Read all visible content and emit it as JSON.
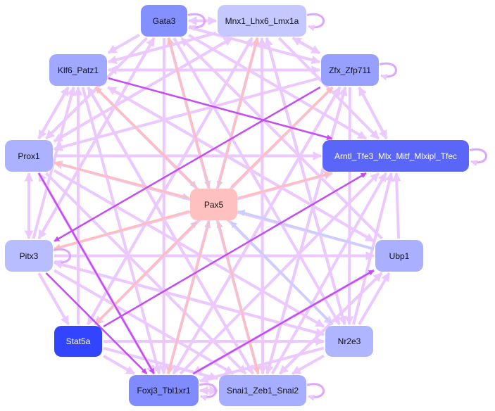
{
  "colors": {
    "edge": "#ebc9ff",
    "in_pax5": "#c9cffd",
    "out_pax5": "#ffbdbd",
    "strong": "#c44cf5"
  },
  "nodes": [
    {
      "id": "gata3",
      "label": "Gata3",
      "color": "#8490ff"
    },
    {
      "id": "mnx1",
      "label": "Mnx1_Lhx6_Lmx1a",
      "color": "#c4c8ff"
    },
    {
      "id": "klf6",
      "label": "Klf6_Patz1",
      "color": "#a0a8ff"
    },
    {
      "id": "zfx",
      "label": "Zfx_Zfp711",
      "color": "#98a0ff"
    },
    {
      "id": "prox1",
      "label": "Prox1",
      "color": "#acb2ff"
    },
    {
      "id": "arntl",
      "label": "Arntl_Tfe3_Mlx_Mitf_Mlxipl_Tfec",
      "color": "#5a66f7"
    },
    {
      "id": "pax5",
      "label": "Pax5",
      "color": "#ffc0c0"
    },
    {
      "id": "pitx3",
      "label": "Pitx3",
      "color": "#b8bdff"
    },
    {
      "id": "ubp1",
      "label": "Ubp1",
      "color": "#aab0ff"
    },
    {
      "id": "stat5a",
      "label": "Stat5a",
      "color": "#3344ff"
    },
    {
      "id": "nr2e3",
      "label": "Nr2e3",
      "color": "#b0b5ff"
    },
    {
      "id": "foxj3",
      "label": "Foxj3_Tbl1xr1",
      "color": "#7f8bff"
    },
    {
      "id": "snai1",
      "label": "Snai1_Zeb1_Snai2",
      "color": "#a8aeff"
    }
  ],
  "edges": [
    [
      "gata3",
      "mnx1",
      "edge"
    ],
    [
      "mnx1",
      "gata3",
      "edge"
    ],
    [
      "gata3",
      "klf6",
      "edge"
    ],
    [
      "gata3",
      "zfx",
      "edge"
    ],
    [
      "gata3",
      "arntl",
      "edge"
    ],
    [
      "gata3",
      "prox1",
      "edge"
    ],
    [
      "gata3",
      "foxj3",
      "edge"
    ],
    [
      "gata3",
      "snai1",
      "edge"
    ],
    [
      "gata3",
      "nr2e3",
      "edge"
    ],
    [
      "gata3",
      "pitx3",
      "edge"
    ],
    [
      "mnx1",
      "klf6",
      "edge"
    ],
    [
      "mnx1",
      "zfx",
      "edge"
    ],
    [
      "mnx1",
      "arntl",
      "edge"
    ],
    [
      "mnx1",
      "foxj3",
      "edge"
    ],
    [
      "mnx1",
      "snai1",
      "edge"
    ],
    [
      "mnx1",
      "nr2e3",
      "edge"
    ],
    [
      "mnx1",
      "stat5a",
      "edge"
    ],
    [
      "mnx1",
      "prox1",
      "edge"
    ],
    [
      "klf6",
      "zfx",
      "edge"
    ],
    [
      "zfx",
      "klf6",
      "edge"
    ],
    [
      "klf6",
      "prox1",
      "edge"
    ],
    [
      "klf6",
      "snai1",
      "edge"
    ],
    [
      "klf6",
      "foxj3",
      "edge"
    ],
    [
      "klf6",
      "nr2e3",
      "edge"
    ],
    [
      "klf6",
      "ubp1",
      "edge"
    ],
    [
      "zfx",
      "arntl",
      "edge"
    ],
    [
      "arntl",
      "zfx",
      "edge"
    ],
    [
      "zfx",
      "mnx1",
      "edge"
    ],
    [
      "zfx",
      "prox1",
      "edge"
    ],
    [
      "zfx",
      "foxj3",
      "edge"
    ],
    [
      "zfx",
      "snai1",
      "edge"
    ],
    [
      "zfx",
      "nr2e3",
      "edge"
    ],
    [
      "zfx",
      "stat5a",
      "edge"
    ],
    [
      "prox1",
      "arntl",
      "edge"
    ],
    [
      "prox1",
      "pitx3",
      "edge"
    ],
    [
      "pitx3",
      "prox1",
      "edge"
    ],
    [
      "prox1",
      "klf6",
      "edge"
    ],
    [
      "prox1",
      "foxj3",
      "edge"
    ],
    [
      "prox1",
      "snai1",
      "edge"
    ],
    [
      "prox1",
      "nr2e3",
      "edge"
    ],
    [
      "prox1",
      "mnx1",
      "edge"
    ],
    [
      "pitx3",
      "ubp1",
      "edge"
    ],
    [
      "pitx3",
      "stat5a",
      "edge"
    ],
    [
      "pitx3",
      "snai1",
      "edge"
    ],
    [
      "pitx3",
      "nr2e3",
      "edge"
    ],
    [
      "pitx3",
      "klf6",
      "edge"
    ],
    [
      "pitx3",
      "gata3",
      "edge"
    ],
    [
      "pitx3",
      "arntl",
      "edge"
    ],
    [
      "ubp1",
      "arntl",
      "edge"
    ],
    [
      "ubp1",
      "foxj3",
      "edge"
    ],
    [
      "ubp1",
      "snai1",
      "edge"
    ],
    [
      "ubp1",
      "klf6",
      "edge"
    ],
    [
      "ubp1",
      "prox1",
      "edge"
    ],
    [
      "ubp1",
      "gata3",
      "edge"
    ],
    [
      "nr2e3",
      "snai1",
      "edge"
    ],
    [
      "nr2e3",
      "foxj3",
      "edge"
    ],
    [
      "nr2e3",
      "arntl",
      "edge"
    ],
    [
      "nr2e3",
      "mnx1",
      "edge"
    ],
    [
      "nr2e3",
      "ubp1",
      "edge"
    ],
    [
      "nr2e3",
      "pitx3",
      "edge"
    ],
    [
      "stat5a",
      "nr2e3",
      "edge"
    ],
    [
      "stat5a",
      "foxj3",
      "edge"
    ],
    [
      "stat5a",
      "snai1",
      "edge"
    ],
    [
      "stat5a",
      "mnx1",
      "edge"
    ],
    [
      "stat5a",
      "klf6",
      "edge"
    ],
    [
      "foxj3",
      "snai1",
      "edge"
    ],
    [
      "snai1",
      "foxj3",
      "edge"
    ],
    [
      "foxj3",
      "arntl",
      "edge"
    ],
    [
      "foxj3",
      "mnx1",
      "edge"
    ],
    [
      "foxj3",
      "zfx",
      "edge"
    ],
    [
      "foxj3",
      "prox1",
      "edge"
    ],
    [
      "snai1",
      "mnx1",
      "edge"
    ],
    [
      "snai1",
      "zfx",
      "edge"
    ],
    [
      "snai1",
      "arntl",
      "edge"
    ],
    [
      "snai1",
      "ubp1",
      "edge"
    ],
    [
      "snai1",
      "klf6",
      "edge"
    ],
    [
      "snai1",
      "gata3",
      "edge"
    ],
    [
      "gata3",
      "pax5",
      "in_pax5"
    ],
    [
      "mnx1",
      "pax5",
      "in_pax5"
    ],
    [
      "klf6",
      "pax5",
      "in_pax5"
    ],
    [
      "prox1",
      "pax5",
      "in_pax5"
    ],
    [
      "ubp1",
      "pax5",
      "in_pax5"
    ],
    [
      "nr2e3",
      "pax5",
      "in_pax5"
    ],
    [
      "foxj3",
      "pax5",
      "in_pax5"
    ],
    [
      "snai1",
      "pax5",
      "in_pax5"
    ],
    [
      "stat5a",
      "pax5",
      "in_pax5"
    ],
    [
      "pax5",
      "klf6",
      "out_pax5"
    ],
    [
      "pax5",
      "prox1",
      "out_pax5"
    ],
    [
      "pax5",
      "mnx1",
      "out_pax5"
    ],
    [
      "pax5",
      "zfx",
      "out_pax5"
    ],
    [
      "pax5",
      "arntl",
      "out_pax5"
    ],
    [
      "pax5",
      "pitx3",
      "out_pax5"
    ],
    [
      "pax5",
      "stat5a",
      "out_pax5"
    ],
    [
      "pax5",
      "foxj3",
      "out_pax5"
    ],
    [
      "pax5",
      "snai1",
      "out_pax5"
    ],
    [
      "pax5",
      "gata3",
      "out_pax5"
    ],
    [
      "zfx",
      "pitx3",
      "strong"
    ],
    [
      "klf6",
      "arntl",
      "strong"
    ],
    [
      "stat5a",
      "arntl",
      "strong"
    ],
    [
      "foxj3",
      "ubp1",
      "strong"
    ],
    [
      "pitx3",
      "foxj3",
      "strong"
    ],
    [
      "prox1",
      "foxj3",
      "strong"
    ]
  ],
  "self_loops": [
    "gata3",
    "mnx1",
    "zfx",
    "arntl",
    "pitx3",
    "snai1",
    "foxj3"
  ]
}
